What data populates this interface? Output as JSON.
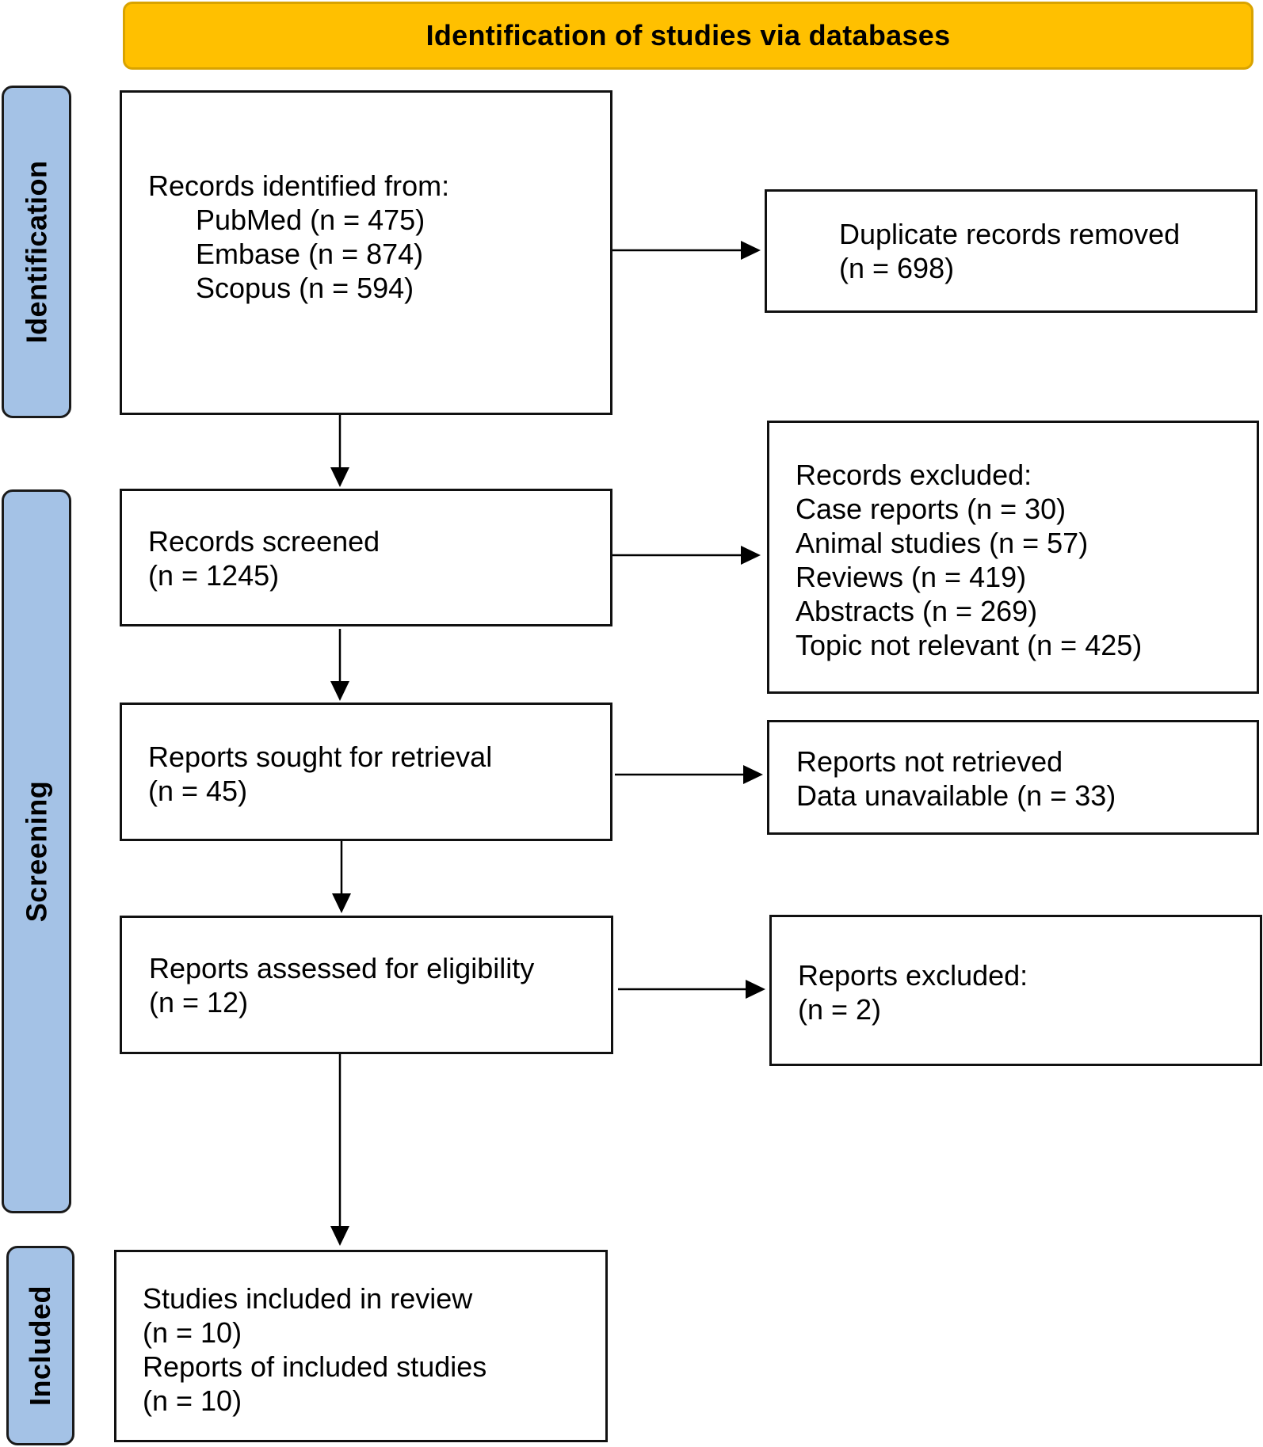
{
  "header": {
    "title": "Identification of studies via databases"
  },
  "phases": {
    "identification": "Identification",
    "screening": "Screening",
    "included": "Included"
  },
  "boxes": {
    "records_identified": {
      "heading": "Records identified from:",
      "sources": [
        "PubMed (n = 475)",
        "Embase (n = 874)",
        "Scopus (n = 594)"
      ]
    },
    "duplicates_removed": {
      "lines": [
        "Duplicate records removed",
        "(n = 698)"
      ]
    },
    "records_screened": {
      "lines": [
        "Records screened",
        "(n = 1245)"
      ]
    },
    "records_excluded": {
      "lines": [
        "Records excluded:",
        "Case reports (n = 30)",
        "Animal studies (n = 57)",
        "Reviews (n = 419)",
        "Abstracts (n = 269)",
        "Topic not relevant (n = 425)"
      ]
    },
    "reports_sought": {
      "lines": [
        "Reports sought for retrieval",
        "(n = 45)"
      ]
    },
    "reports_not_retrieved": {
      "lines": [
        "Reports not retrieved",
        "Data unavailable (n = 33)"
      ]
    },
    "reports_assessed": {
      "lines": [
        "Reports assessed for eligibility",
        "(n = 12)"
      ]
    },
    "reports_excluded": {
      "lines": [
        "Reports excluded:",
        "(n = 2)"
      ]
    },
    "studies_included": {
      "lines": [
        "Studies included in review",
        "(n = 10)",
        "Reports of included studies",
        "(n = 10)"
      ]
    }
  },
  "colors": {
    "header_fill": "#FFC000",
    "phase_fill": "#A4C2E6",
    "border": "#111111"
  }
}
